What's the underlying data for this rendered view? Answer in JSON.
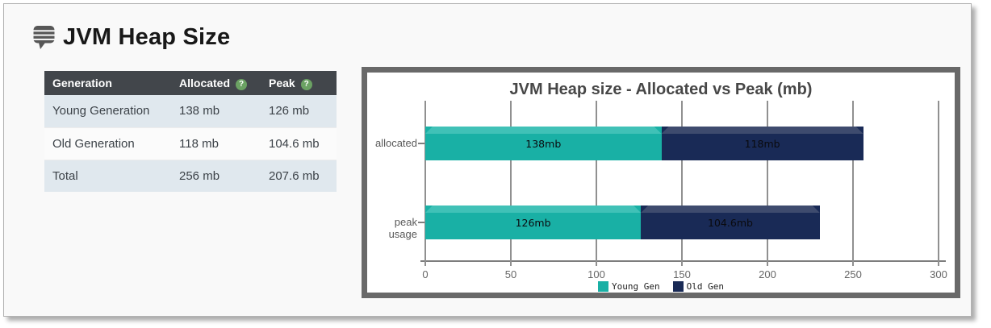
{
  "page": {
    "title": "JVM Heap Size"
  },
  "icons": {
    "help": "?",
    "title_icon": "heap-stack-icon"
  },
  "colors": {
    "table_header_bg": "#42464b",
    "table_stripe": "#e0e8ee",
    "help_green": "#6ba263",
    "chart_frame": "#696969",
    "young_gen": "#19b0a5",
    "old_gen": "#192a56"
  },
  "table": {
    "columns": [
      {
        "label": "Generation",
        "has_help": false
      },
      {
        "label": "Allocated",
        "has_help": true
      },
      {
        "label": "Peak",
        "has_help": true
      }
    ],
    "rows": [
      {
        "generation": "Young Generation",
        "allocated": "138 mb",
        "peak": "126 mb"
      },
      {
        "generation": "Old Generation",
        "allocated": "118 mb",
        "peak": "104.6 mb"
      },
      {
        "generation": "Total",
        "allocated": "256 mb",
        "peak": "207.6 mb"
      }
    ]
  },
  "chart_data": {
    "type": "bar",
    "orientation": "horizontal",
    "stacked": true,
    "title": "JVM Heap size - Allocated vs Peak (mb)",
    "categories": [
      "allocated",
      "peak usage"
    ],
    "series": [
      {
        "name": "Young Gen",
        "color": "#19b0a5",
        "highlight": "#40c1b7",
        "values": [
          138,
          126
        ],
        "labels": [
          "138mb",
          "126mb"
        ]
      },
      {
        "name": "Old Gen",
        "color": "#192a56",
        "highlight": "#3e4b6e",
        "values": [
          118,
          104.6
        ],
        "labels": [
          "118mb",
          "104.6mb"
        ]
      }
    ],
    "xlabel": "",
    "ylabel": "",
    "xlim": [
      0,
      300
    ],
    "x_ticks": [
      0,
      50,
      100,
      150,
      200,
      250,
      300
    ],
    "grid": true,
    "legend_position": "bottom"
  }
}
